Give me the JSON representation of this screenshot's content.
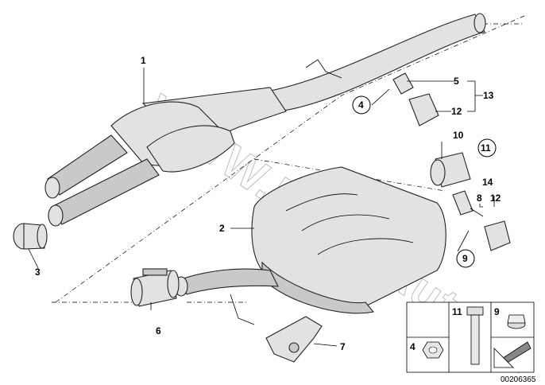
{
  "callouts": {
    "c1": "1",
    "c2": "2",
    "c3": "3",
    "c4_circle": "4",
    "c5": "5",
    "c6": "6",
    "c7": "7",
    "c8": "8",
    "c9_circle": "9",
    "c10": "10",
    "c11_circle": "11",
    "c12_top": "12",
    "c12_right": "12",
    "c13": "13",
    "c14": "14"
  },
  "legend": {
    "box_11": "11",
    "box_9": "9",
    "box_4": "4"
  },
  "watermark": "WWW.BMW-Auto.ru",
  "diagram_id": "00206365"
}
